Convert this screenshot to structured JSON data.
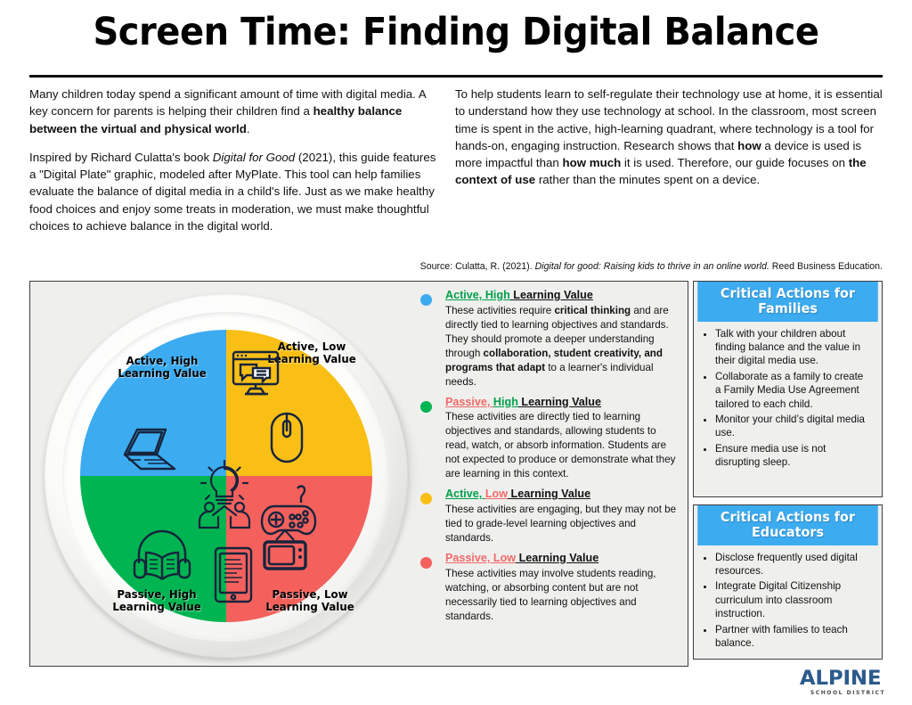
{
  "header": {
    "title": "Screen Time: Finding Digital Balance"
  },
  "intro": {
    "left": {
      "p1_a": "Many children today spend a significant amount of time with digital media. A key concern for parents is helping their children find a ",
      "p1_bold": "healthy balance between the virtual and physical world",
      "p1_b": ".",
      "p2_a": "Inspired by Richard Culatta's book ",
      "p2_italic": "Digital for Good",
      "p2_b": " (2021), this guide features a \"Digital Plate\" graphic, modeled after MyPlate. This tool can help families evaluate the balance of digital media in a child's life. Just as we make healthy food choices and enjoy some treats in moderation, we must make thoughtful choices to achieve balance in the digital world."
    },
    "right": {
      "p1_a": "To help students learn to self-regulate their technology use at home, it is essential to understand how they use technology at school. In the classroom, most screen time is spent in the active, high-learning quadrant, where technology is a tool for hands-on, engaging instruction. Research shows that ",
      "p1_bold1": "how",
      "p1_b": " a device is used is more impactful than ",
      "p1_bold2": "how much",
      "p1_c": " it is used. Therefore, our guide focuses on ",
      "p1_bold3": "the context of use",
      "p1_d": " rather than the minutes spent on a device."
    }
  },
  "source": {
    "prefix": "Source: Culatta, R. (2021). ",
    "italic": "Digital for good: Raising kids to thrive in an online world.",
    "suffix": " Reed Business Education."
  },
  "plate": {
    "quadrants": [
      {
        "key": "active-high",
        "label": "Active, High\nLearning Value",
        "color": "#3cabf0"
      },
      {
        "key": "active-low",
        "label": "Active, Low\nLearning Value",
        "color": "#f9bf15"
      },
      {
        "key": "passive-high",
        "label": "Passive, High\nLearning Value",
        "color": "#00b451"
      },
      {
        "key": "passive-low",
        "label": "Passive, Low\nLearning Value",
        "color": "#f4615d"
      }
    ],
    "icons": [
      "monitor-chat-icon",
      "laptop-icon",
      "lightbulb-collaboration-icon",
      "computer-mouse-icon",
      "game-controller-icon",
      "headphones-book-icon",
      "tablet-icon",
      "television-icon"
    ]
  },
  "descriptions": [
    {
      "dot_color": "#3cabf0",
      "word1": "Active,",
      "word1_color": "#00a04a",
      "word2": "High",
      "word2_color": "#00a04a",
      "word3": "Learning Value",
      "body_a": "These activities require ",
      "body_bold1": "critical thinking",
      "body_b": " and are directly tied to learning objectives and standards. They should promote a deeper understanding through ",
      "body_bold2": "collaboration, student creativity, and programs that adapt",
      "body_c": " to a learner's individual needs."
    },
    {
      "dot_color": "#00b451",
      "word1": "Passive,",
      "word1_color": "#f06a66",
      "word2": "High",
      "word2_color": "#00a04a",
      "word3": "Learning Value",
      "body_a": "These activities are directly tied to learning objectives and standards, allowing students to read, watch, or absorb information. Students are not expected to produce or demonstrate what they are learning in this context.",
      "body_bold1": "",
      "body_b": "",
      "body_bold2": "",
      "body_c": ""
    },
    {
      "dot_color": "#f9bf15",
      "word1": "Active,",
      "word1_color": "#00a04a",
      "word2": "Low",
      "word2_color": "#f06a66",
      "word3": "Learning Value",
      "body_a": "These activities are engaging, but they may not be tied to grade-level learning objectives and standards.",
      "body_bold1": "",
      "body_b": "",
      "body_bold2": "",
      "body_c": ""
    },
    {
      "dot_color": "#f4615d",
      "word1": "Passive,",
      "word1_color": "#f06a66",
      "word2": "Low",
      "word2_color": "#f06a66",
      "word3": "Learning Value",
      "body_a": "These activities may involve students reading, watching, or absorbing content but are not necessarily tied to learning objectives and standards.",
      "body_bold1": "",
      "body_b": "",
      "body_bold2": "",
      "body_c": ""
    }
  ],
  "side_cards": [
    {
      "title": "Critical Actions for Families",
      "header_color": "#3cabf0",
      "items": [
        "Talk with your children about finding balance and the value in their digital media use.",
        "Collaborate as a family to create a Family Media Use Agreement tailored to each child.",
        "Monitor your child’s digital media use.",
        "Ensure media use is not disrupting sleep."
      ]
    },
    {
      "title": "Critical Actions for Educators",
      "header_color": "#3cabf0",
      "items": [
        "Disclose frequently used digital resources.",
        "Integrate Digital Citizenship curriculum into classroom instruction.",
        "Partner with families to teach balance."
      ]
    }
  ],
  "logo": {
    "word": "ALPINE",
    "subtitle": "SCHOOL DISTRICT",
    "color": "#2c5b8c"
  }
}
